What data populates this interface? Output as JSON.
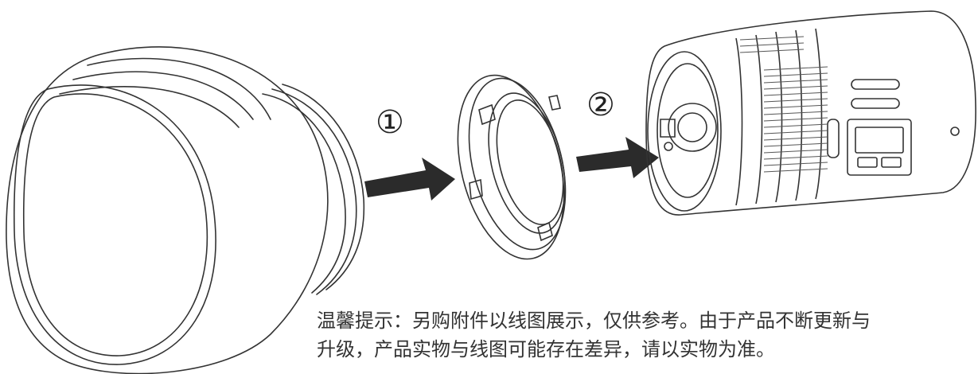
{
  "steps": [
    {
      "label": "①"
    },
    {
      "label": "②"
    }
  ],
  "note": {
    "line1": "温馨提示：另购附件以线图展示，仅供参考。由于产品不断更新与",
    "line2": "升级，产品实物与线图可能存在差异，请以实物为准。"
  },
  "colors": {
    "line": "#333333",
    "arrow": "#2b2b2b",
    "background": "#ffffff"
  }
}
